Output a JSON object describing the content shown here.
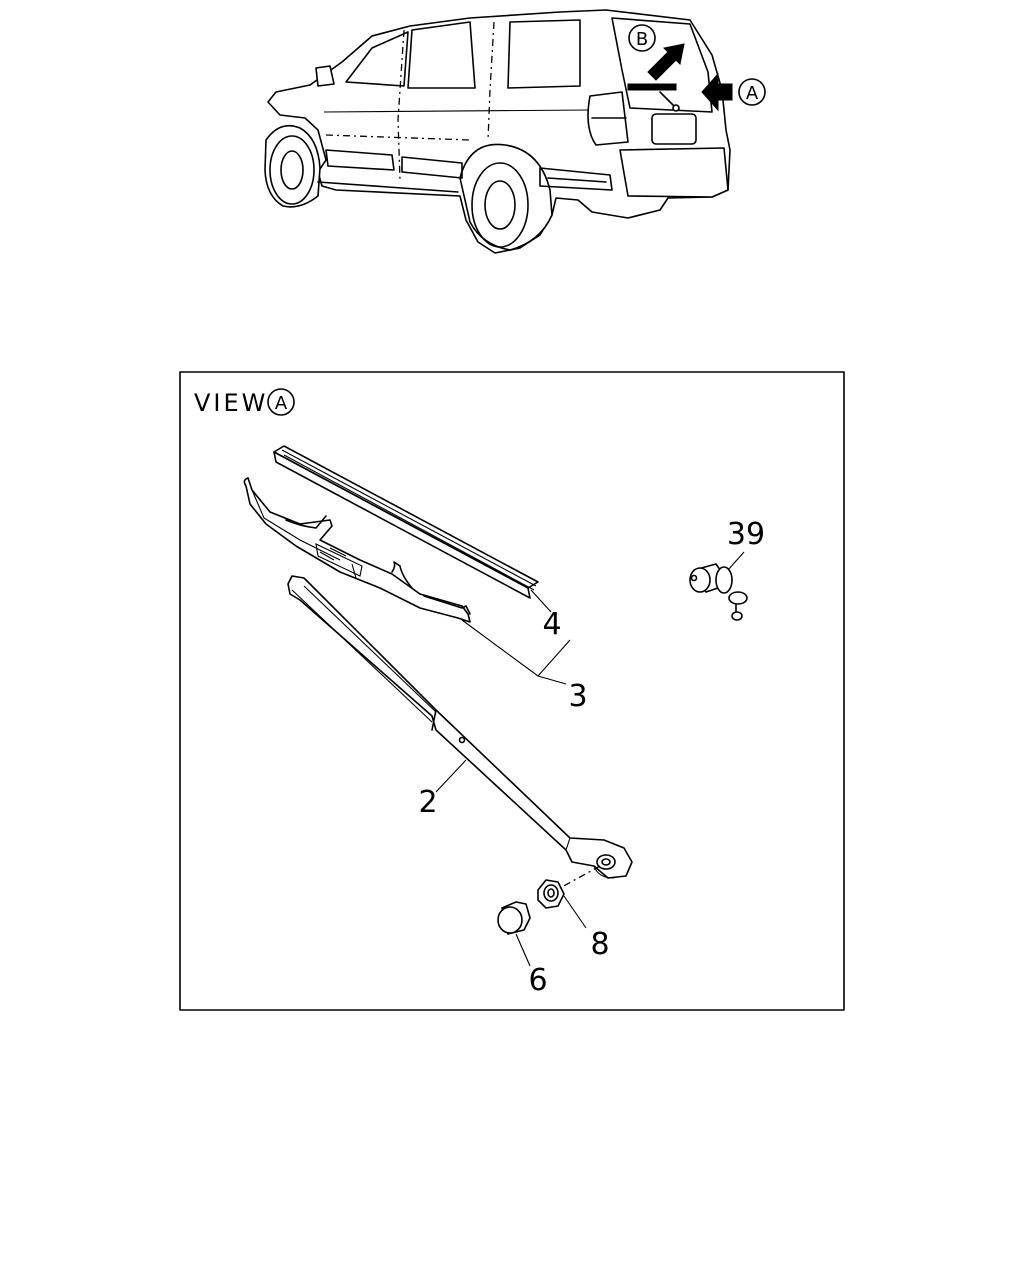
{
  "vehicle": {
    "ref_b": "B",
    "ref_a": "A"
  },
  "view_panel": {
    "title": "VIEW",
    "ref": "A"
  },
  "parts": [
    {
      "number": "4"
    },
    {
      "number": "3"
    },
    {
      "number": "2"
    },
    {
      "number": "39"
    },
    {
      "number": "8"
    },
    {
      "number": "6"
    }
  ]
}
